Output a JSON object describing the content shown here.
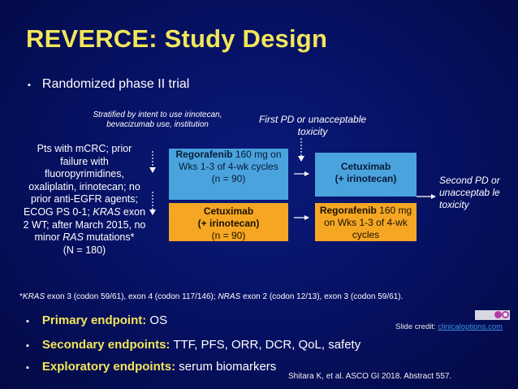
{
  "title": "REVERCE: Study Design",
  "bullet1": "Randomized phase II trial",
  "bullet_symbol": "▪",
  "stratified_note": "Stratified by intent to use irinotecan, bevacizumab use, institution",
  "first_pd_note": "First PD or unacceptable toxicity",
  "patients": {
    "line1": "Pts with mCRC; prior failure with fluoropyrimidines, oxaliplatin, irinotecan; no prior anti-EGFR agents; ECOG PS 0-1; ",
    "kras": "KRAS",
    "line2": " exon 2 WT; after March 2015, no minor ",
    "ras": "RAS",
    "line3": " mutations*",
    "n": "(N = 180)"
  },
  "arm_a": {
    "first": {
      "drug": "Regorafenib",
      "rest": " 160 mg on Wks 1-3 of 4-wk cycles",
      "n": "(n = 90)"
    },
    "second": {
      "drug": "Cetuximab",
      "rest": "(+ irinotecan)"
    }
  },
  "arm_b": {
    "first": {
      "drug": "Cetuximab",
      "rest": "(+ irinotecan)",
      "n": "(n = 90)"
    },
    "second": {
      "drug": "Regorafenib",
      "rest": " 160 mg on Wks 1-3 of 4-wk cycles"
    }
  },
  "second_pd_note": "Second PD or unacceptab le toxicity",
  "footnote": {
    "star": "*",
    "kras": "KRAS",
    "mid": " exon 3 (codon 59/61), exon 4 (codon 117/146); ",
    "nras": "NRAS",
    "end": " exon 2 (codon 12/13), exon 3 (codon 59/61)."
  },
  "endpoints": [
    {
      "label": "Primary endpoint:",
      "value": " OS"
    },
    {
      "label": "Secondary endpoints:",
      "value": " TTF, PFS, ORR, DCR, QoL, safety"
    },
    {
      "label": "Exploratory endpoints:",
      "value": " serum biomarkers"
    }
  ],
  "slide_credit": {
    "label": "Slide credit: ",
    "link": "clinicaloptions.com"
  },
  "citation": "Shitara K, et al. ASCO GI 2018. Abstract 557.",
  "colors": {
    "title": "#f2e65a",
    "arm_blue": "#4aa3dc",
    "arm_orange": "#f5a623",
    "background": "#061060"
  }
}
